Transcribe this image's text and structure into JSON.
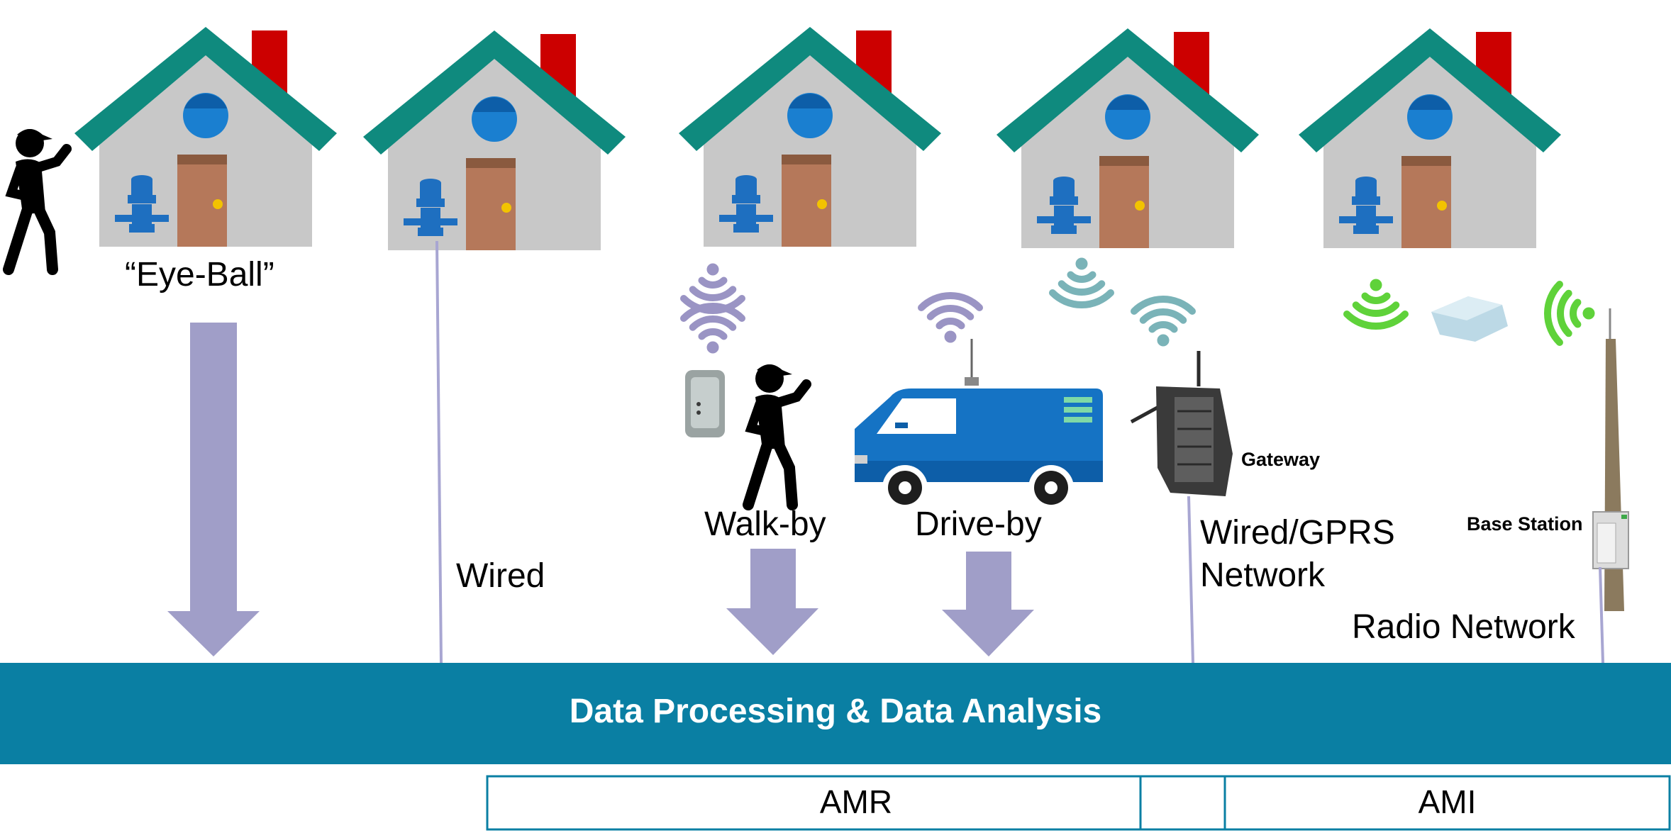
{
  "labels": {
    "eyeball": "“Eye-Ball”",
    "wired": "Wired",
    "walkby": "Walk-by",
    "driveby": "Drive-by",
    "gateway": "Gateway",
    "wired_gprs_line1": "Wired/GPRS",
    "wired_gprs_line2": "Network",
    "base_station": "Base Station",
    "radio_network": "Radio Network"
  },
  "banner": {
    "text": "Data Processing & Data Analysis"
  },
  "categories": {
    "amr": "AMR",
    "ami": "AMI"
  },
  "colors": {
    "roof": "#0f8a7e",
    "wall": "#c8c8c8",
    "chimney": "#cc0000",
    "door": "#b5785a",
    "window": "#1a7fd0",
    "meter": "#1e6fc0",
    "arrow": "#a09ec8",
    "line": "#a8a6d2",
    "banner": "#0a7fa3",
    "van": "#1573c4",
    "wifi_purple": "#9a94c4",
    "wifi_teal": "#7ab3b8",
    "wifi_green": "#5fd23a"
  }
}
